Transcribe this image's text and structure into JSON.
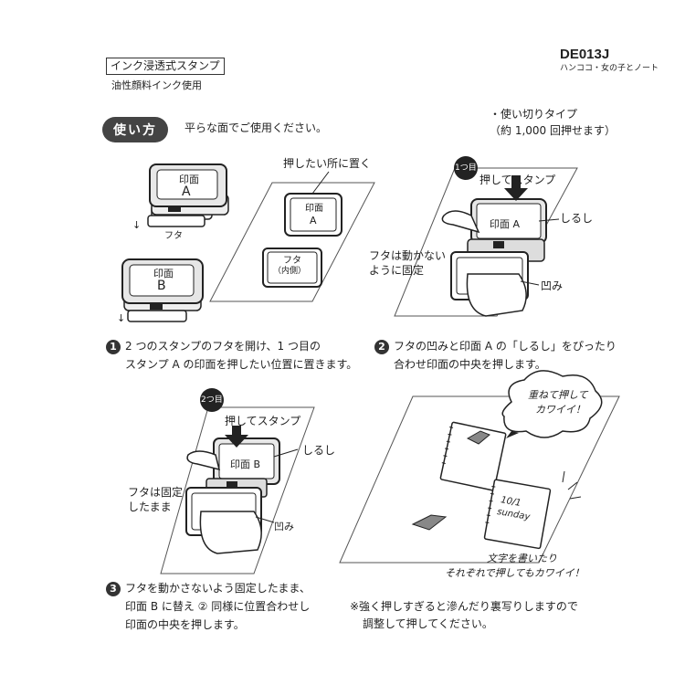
{
  "header": {
    "category": "インク浸透式スタンプ",
    "ink": "油性顔料インク使用",
    "product_code": "DE013J",
    "product_name": "ハンココ・女の子とノート"
  },
  "usage": {
    "pill": "使い方",
    "intro": "平らな面でご使用ください。",
    "type_line1": "・使い切りタイプ",
    "type_line2": "（約 1,000 回押せます）"
  },
  "fig1": {
    "label_a": "印面",
    "letter_a": "A",
    "label_b": "印面",
    "letter_b": "B",
    "lid": "フタ",
    "place_caption": "押したい所に置く",
    "placed_label": "印面",
    "placed_letter": "A",
    "lid_inside1": "フタ",
    "lid_inside2": "（内側）"
  },
  "fig2": {
    "badge": "1つ目",
    "press": "押してスタンプ",
    "mark": "しるし",
    "stamp_label": "印面 A",
    "fixed1": "フタは動かない",
    "fixed2": "ように固定",
    "dent": "凹み"
  },
  "fig3": {
    "badge": "2つ目",
    "press": "押してスタンプ",
    "mark": "しるし",
    "stamp_label": "印面 B",
    "fixed1": "フタは固定",
    "fixed2": "したまま",
    "dent": "凹み"
  },
  "fig4": {
    "bubble1": "重ねて押して",
    "bubble2": "カワイイ！",
    "note_line1": "10/1",
    "note_line2": "sunday",
    "caption1": "文字を書いたり",
    "caption2": "それぞれで押してもカワイイ！"
  },
  "steps": {
    "s1_num": "1",
    "s1_line1": "2 つのスタンプのフタを開け、1 つ目の",
    "s1_line2": "スタンプ A の印面を押したい位置に置きます。",
    "s2_num": "2",
    "s2_line1": "フタの凹みと印面 A の「しるし」をぴったり",
    "s2_line2": "合わせ印面の中央を押します。",
    "s3_num": "3",
    "s3_line1": "フタを動かさないよう固定したまま、",
    "s3_line2": "印面 B に替え ② 同様に位置合わせし",
    "s3_line3": "印面の中央を押します。",
    "note1": "※強く押しすぎると滲んだり裏写りしますので",
    "note2": "調整して押してください。"
  }
}
